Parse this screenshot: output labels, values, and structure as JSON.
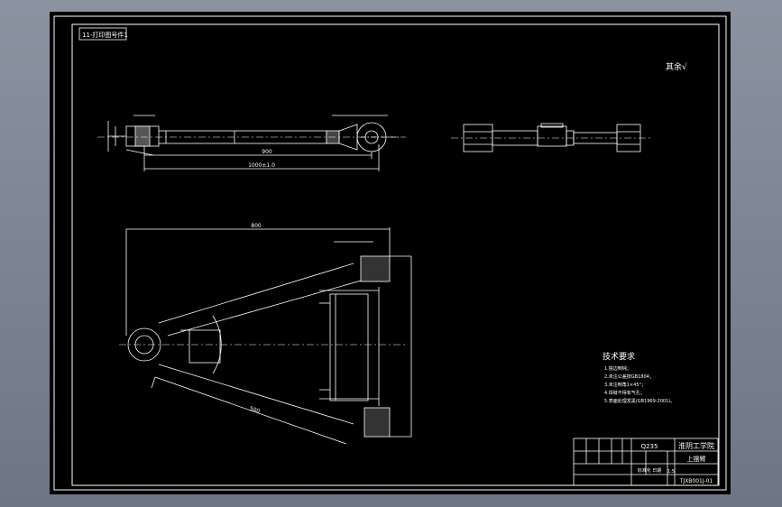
{
  "drawing": {
    "tag_label": "11-打印图号件1",
    "roughness_note": "其余√",
    "dimensions": {
      "rod_length": "900",
      "rod_total": "1000±1.0",
      "arm_span": "800",
      "arm_lower": "500"
    },
    "tech_requirements": {
      "heading": "技术要求",
      "items": [
        "1.锐边倒钝；",
        "2.未注公差按GB1804；",
        "3.未注倒角1×45°；",
        "4.焊缝不得有气孔；",
        "5.表面处理发黑(GB1969-2001)。"
      ]
    },
    "title_block": {
      "institution": "淮阴工学院",
      "part_name": "上摆臂",
      "material": "Q235",
      "drawing_no": "TJXB001J-01",
      "scale": "1:5",
      "sub_label": "标准化 日期"
    }
  },
  "colors": {
    "canvas": "#000000",
    "line": "#ffffff",
    "accent": "#ff0000",
    "frame_bg": "#7d8594"
  }
}
